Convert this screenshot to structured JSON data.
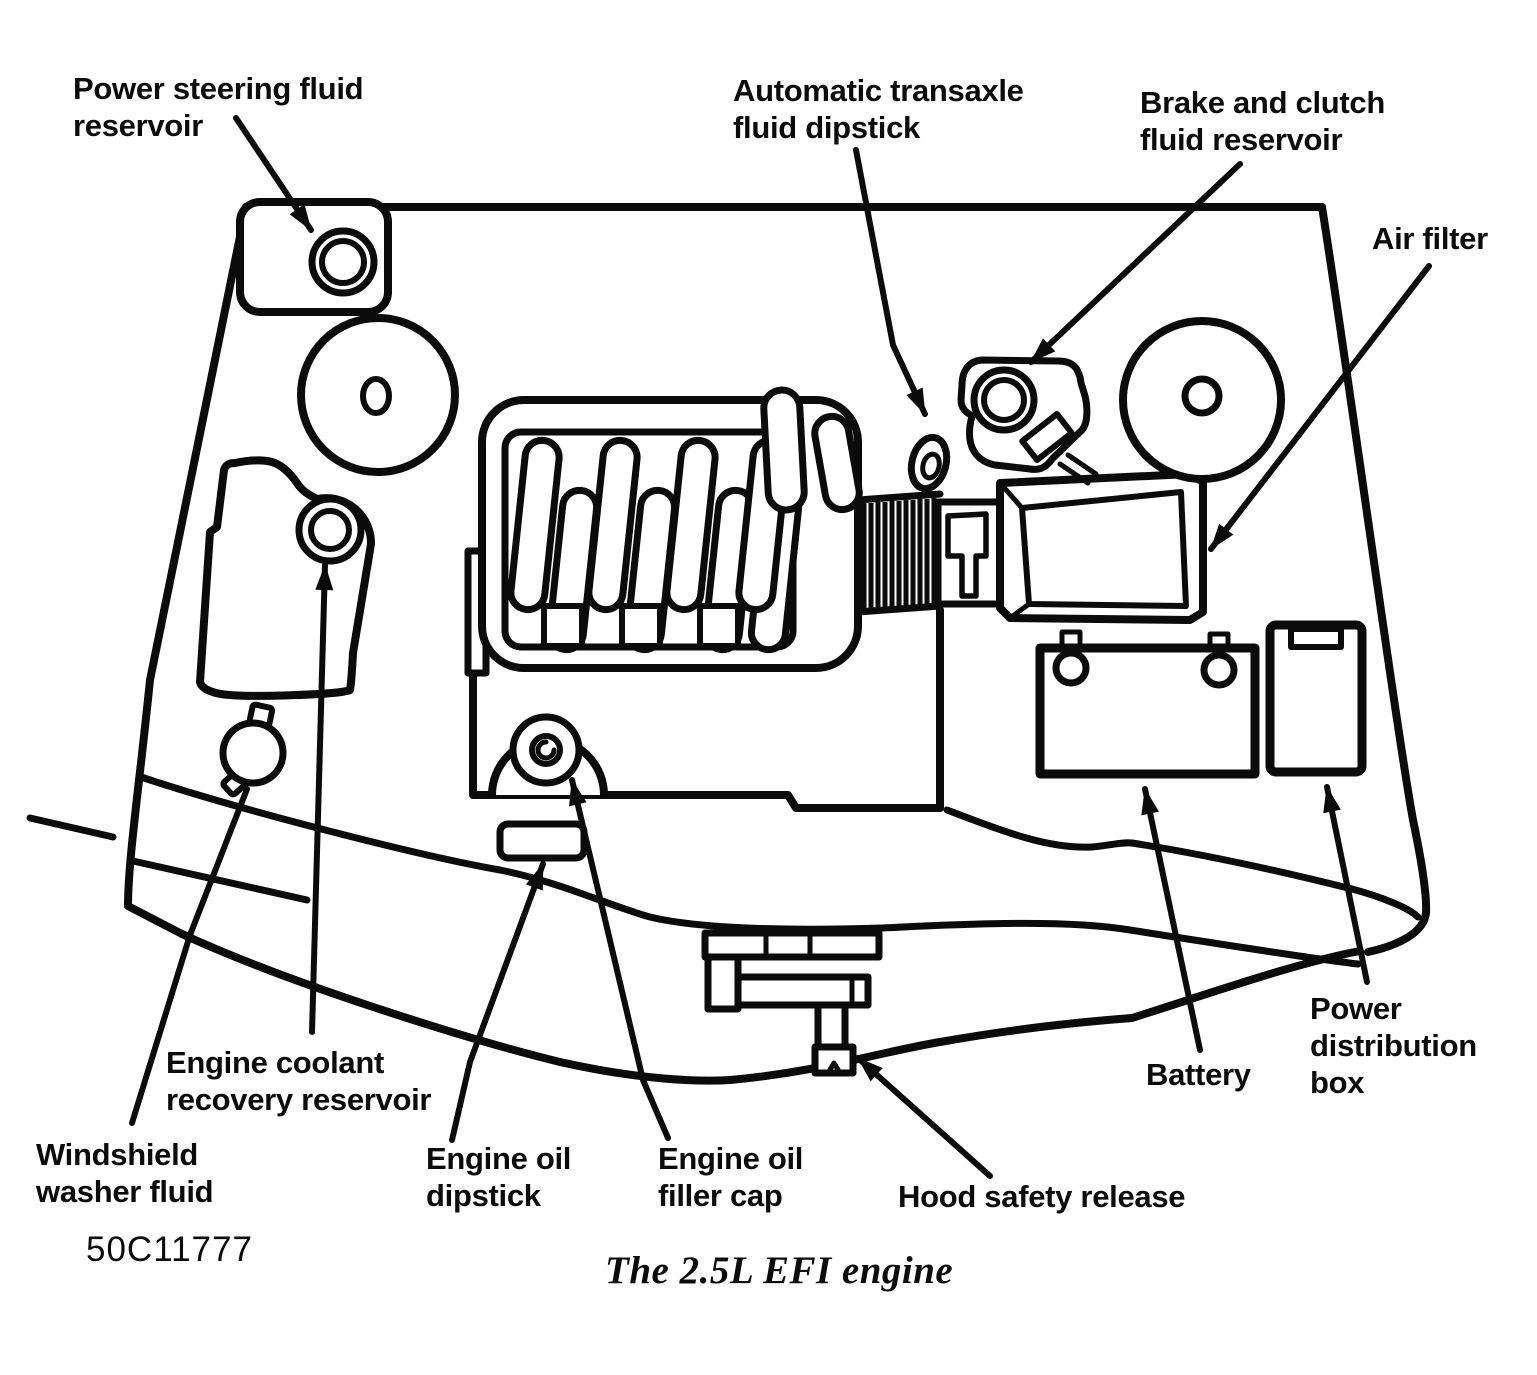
{
  "figure": {
    "caption": "The 2.5L EFI engine",
    "figure_code": "50C11777"
  },
  "labels": {
    "power_steering": "Power steering fluid\nreservoir",
    "transaxle_dipstick": "Automatic transaxle\nfluid dipstick",
    "brake_clutch": "Brake and clutch\nfluid reservoir",
    "air_filter": "Air filter",
    "coolant": "Engine coolant\nrecovery reservoir",
    "washer": "Windshield\nwasher fluid",
    "oil_dipstick": "Engine oil\ndipstick",
    "oil_filler": "Engine oil\nfiller cap",
    "hood_release": "Hood safety release",
    "battery": "Battery",
    "power_distribution": "Power\ndistribution\nbox"
  },
  "colors": {
    "ink": "#0b0b0b",
    "paper": "#ffffff"
  }
}
